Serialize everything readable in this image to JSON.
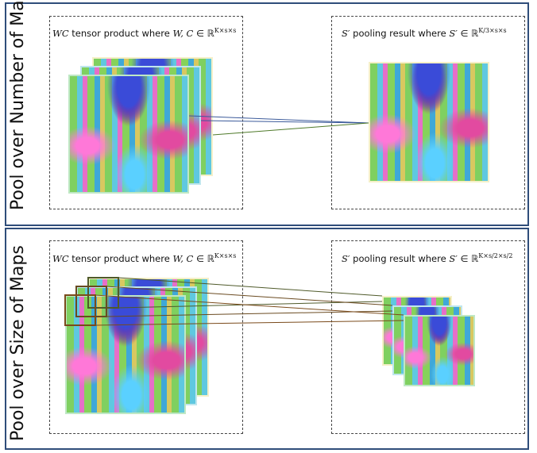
{
  "top_panel": {
    "side_label": "Pool over Number of Maps",
    "left_caption": {
      "var": "WC",
      "text": " tensor product where ",
      "vars2": "W, C",
      "in": " ∈ ℝ",
      "sup": "K×s×s"
    },
    "right_caption": {
      "var": "S′",
      "text": " pooling result where ",
      "vars2": "S′",
      "in": " ∈ ℝ",
      "sup": "K/3×s×s"
    }
  },
  "bottom_panel": {
    "side_label": "Pool over Size of Maps",
    "left_caption": {
      "var": "WC",
      "text": " tensor product where ",
      "vars2": "W, C",
      "in": " ∈ ℝ",
      "sup": "K×s×s"
    },
    "right_caption": {
      "var": "S′",
      "text": " pooling result where ",
      "vars2": "S′",
      "in": " ∈ ℝ",
      "sup": "K×s/2×s/2"
    }
  },
  "colors": {
    "panel_border": "#2f4d7a",
    "connector_blue": "#3b5a9a",
    "connector_green": "#4f7a2a",
    "connector_brown": "#7a4a1a"
  }
}
